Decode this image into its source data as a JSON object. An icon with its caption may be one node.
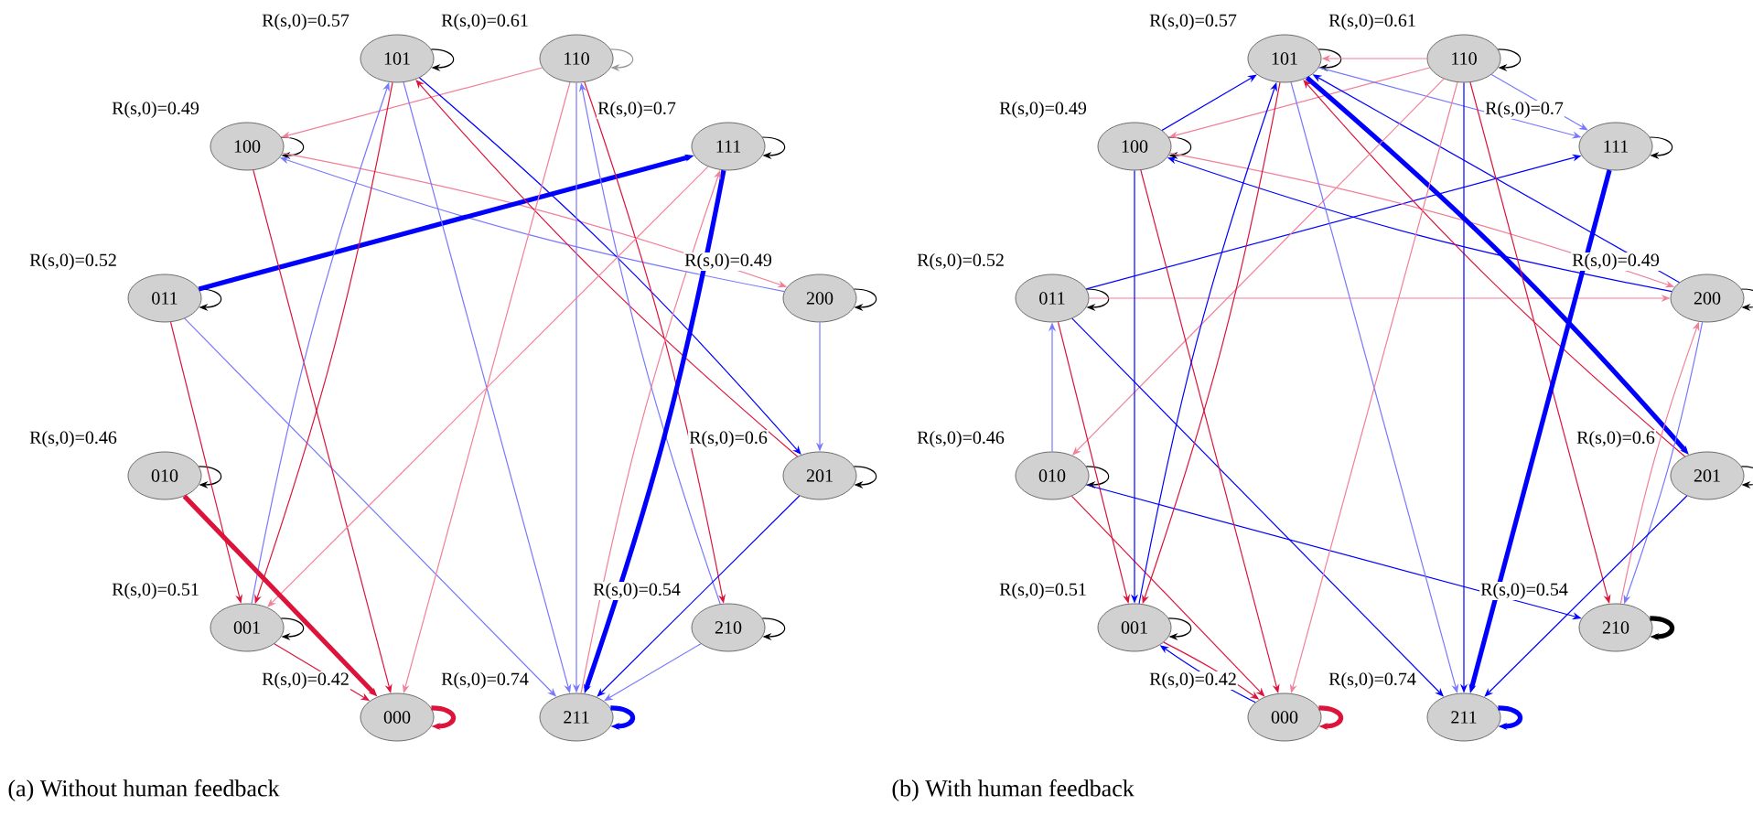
{
  "diagram": {
    "nodes": [
      {
        "text": [
          "101"
        ],
        "beside": [
          "R(s,0)=0.57"
        ]
      },
      {
        "text": [
          "110"
        ],
        "beside": [
          "R(s,0)=0.61"
        ]
      },
      {
        "text": [
          "100"
        ],
        "beside": [
          "R(s,0)=0.49"
        ]
      },
      {
        "text": [
          "111"
        ],
        "beside": [
          "R(s,0)=0.7"
        ]
      },
      {
        "text": [
          "011"
        ],
        "beside": [
          "R(s,0)=0.52"
        ]
      },
      {
        "text": [
          "200"
        ],
        "beside": [
          "R(s,0)=0.49"
        ]
      },
      {
        "text": [
          "010"
        ],
        "beside": [
          "R(s,0)=0.46"
        ]
      },
      {
        "text": [
          "201"
        ],
        "beside": [
          "R(s,0)=0.6"
        ]
      },
      {
        "text": [
          "001"
        ],
        "beside": [
          "R(s,0)=0.51"
        ]
      },
      {
        "text": [
          "210"
        ],
        "beside": [
          "R(s,0)=0.54"
        ]
      },
      {
        "text": [
          "000"
        ],
        "beside": [
          "R(s,0)=0.42"
        ]
      },
      {
        "text": [
          "211"
        ],
        "beside": [
          "R(s,0)=0.74"
        ]
      },
      {
        "text": [
          "101"
        ],
        "beside": [
          "R(s,0)=0.57"
        ]
      },
      {
        "text": [
          "110"
        ],
        "beside": [
          "R(s,0)=0.61"
        ]
      },
      {
        "text": [
          "100"
        ],
        "beside": [
          "R(s,0)=0.49"
        ]
      },
      {
        "text": [
          "111"
        ],
        "beside": [
          "R(s,0)=0.7"
        ]
      },
      {
        "text": [
          "011"
        ],
        "beside": [
          "R(s,0)=0.52"
        ]
      },
      {
        "text": [
          "200"
        ],
        "beside": [
          "R(s,0)=0.49"
        ]
      },
      {
        "text": [
          "010"
        ],
        "beside": [
          "R(s,0)=0.46"
        ]
      },
      {
        "text": [
          "201"
        ],
        "beside": [
          "R(s,0)=0.6"
        ]
      },
      {
        "text": [
          "001"
        ],
        "beside": [
          "R(s,0)=0.51"
        ]
      },
      {
        "text": [
          "210"
        ],
        "beside": [
          "R(s,0)=0.54"
        ]
      },
      {
        "text": [
          "000"
        ],
        "beside": [
          "R(s,0)=0.42"
        ]
      },
      {
        "text": [
          "211"
        ],
        "beside": [
          "R(s,0)=0.74"
        ]
      }
    ],
    "edges": [
      {
        "from": 0,
        "to": 0,
        "arrow": "to"
      },
      {
        "from": 1,
        "to": 1,
        "arrow": "to",
        "color": "#999999"
      },
      {
        "from": 2,
        "to": 2,
        "arrow": "to"
      },
      {
        "from": 3,
        "to": 3,
        "arrow": "to"
      },
      {
        "from": 4,
        "to": 4,
        "arrow": "to"
      },
      {
        "from": 5,
        "to": 5,
        "arrow": "to"
      },
      {
        "from": 6,
        "to": 6,
        "arrow": "to"
      },
      {
        "from": 7,
        "to": 7,
        "arrow": "to"
      },
      {
        "from": 8,
        "to": 8,
        "arrow": "to"
      },
      {
        "from": 9,
        "to": 9,
        "arrow": "to"
      },
      {
        "from": 10,
        "to": 10,
        "arrow": "to",
        "style": "thick",
        "color": "#dc143c"
      },
      {
        "from": 11,
        "to": 11,
        "arrow": "to",
        "style": "thick",
        "color": "#0000ff"
      },
      {
        "from": 1,
        "to": 2,
        "arrow": "to",
        "color": "#f08098"
      },
      {
        "from": 2,
        "to": 5,
        "arrow": "to",
        "color": "#f08098"
      },
      {
        "from": 5,
        "to": 2,
        "arrow": "to",
        "color": "#7878ff"
      },
      {
        "from": 4,
        "to": 3,
        "arrow": "to",
        "style": "thick",
        "color": "#0000ff"
      },
      {
        "from": 4,
        "to": 8,
        "arrow": "to",
        "color": "#dc143c"
      },
      {
        "from": 4,
        "to": 11,
        "arrow": "to",
        "color": "#7878ff"
      },
      {
        "from": 2,
        "to": 10,
        "arrow": "to",
        "color": "#dc143c"
      },
      {
        "from": 8,
        "to": 0,
        "arrow": "to",
        "color": "#7878ff"
      },
      {
        "from": 0,
        "to": 8,
        "arrow": "to",
        "color": "#dc143c"
      },
      {
        "from": 0,
        "to": 11,
        "arrow": "to",
        "color": "#7878ff"
      },
      {
        "from": 0,
        "to": 7,
        "arrow": "to",
        "color": "#0000ff"
      },
      {
        "from": 7,
        "to": 0,
        "arrow": "to",
        "color": "#dc143c"
      },
      {
        "from": 1,
        "to": 10,
        "arrow": "to",
        "color": "#f08098"
      },
      {
        "from": 1,
        "to": 11,
        "arrow": "to",
        "color": "#7878ff"
      },
      {
        "from": 9,
        "to": 1,
        "arrow": "to",
        "color": "#7878ff"
      },
      {
        "from": 1,
        "to": 9,
        "arrow": "to",
        "color": "#dc143c"
      },
      {
        "from": 3,
        "to": 11,
        "arrow": "to",
        "style": "thick",
        "color": "#0000ff"
      },
      {
        "from": 11,
        "to": 3,
        "arrow": "to",
        "color": "#f08098"
      },
      {
        "from": 3,
        "to": 8,
        "arrow": "to",
        "color": "#f08098"
      },
      {
        "from": 5,
        "to": 7,
        "arrow": "to",
        "color": "#7878ff"
      },
      {
        "from": 7,
        "to": 11,
        "arrow": "to",
        "color": "#0000ff"
      },
      {
        "from": 9,
        "to": 11,
        "arrow": "to",
        "color": "#7878ff"
      },
      {
        "from": 6,
        "to": 10,
        "arrow": "to",
        "style": "thick",
        "color": "#dc143c"
      },
      {
        "from": 8,
        "to": 10,
        "arrow": "to",
        "color": "#dc143c"
      },
      {
        "from": 12,
        "to": 12,
        "arrow": "to"
      },
      {
        "from": 13,
        "to": 13,
        "arrow": "to"
      },
      {
        "from": 14,
        "to": 14,
        "arrow": "to"
      },
      {
        "from": 15,
        "to": 15,
        "arrow": "to"
      },
      {
        "from": 16,
        "to": 16,
        "arrow": "to"
      },
      {
        "from": 17,
        "to": 17,
        "arrow": "to"
      },
      {
        "from": 18,
        "to": 18,
        "arrow": "to"
      },
      {
        "from": 19,
        "to": 19,
        "arrow": "to"
      },
      {
        "from": 20,
        "to": 20,
        "arrow": "to"
      },
      {
        "from": 21,
        "to": 21,
        "arrow": "to",
        "style": "thick"
      },
      {
        "from": 22,
        "to": 22,
        "arrow": "to",
        "style": "thick",
        "color": "#dc143c"
      },
      {
        "from": 23,
        "to": 23,
        "arrow": "to",
        "style": "thick",
        "color": "#0000ff"
      },
      {
        "from": 13,
        "to": 12,
        "arrow": "to",
        "color": "#f08098"
      },
      {
        "from": 14,
        "to": 12,
        "arrow": "to",
        "color": "#0000ff"
      },
      {
        "from": 13,
        "to": 14,
        "arrow": "to",
        "color": "#f08098"
      },
      {
        "from": 13,
        "to": 15,
        "arrow": "to",
        "color": "#7878ff"
      },
      {
        "from": 12,
        "to": 15,
        "arrow": "to",
        "color": "#7878ff"
      },
      {
        "from": 17,
        "to": 12,
        "arrow": "to",
        "color": "#0000ff"
      },
      {
        "from": 16,
        "to": 15,
        "arrow": "to",
        "color": "#0000ff"
      },
      {
        "from": 16,
        "to": 17,
        "arrow": "to",
        "color": "#f08098"
      },
      {
        "from": 14,
        "to": 17,
        "arrow": "to",
        "color": "#f08098"
      },
      {
        "from": 17,
        "to": 14,
        "arrow": "to",
        "color": "#0000ff"
      },
      {
        "from": 12,
        "to": 19,
        "arrow": "to",
        "style": "thick",
        "color": "#0000ff"
      },
      {
        "from": 19,
        "to": 12,
        "arrow": "to",
        "color": "#dc143c"
      },
      {
        "from": 13,
        "to": 18,
        "arrow": "to",
        "color": "#f08098"
      },
      {
        "from": 13,
        "to": 23,
        "arrow": "to",
        "color": "#0000ff"
      },
      {
        "from": 13,
        "to": 21,
        "arrow": "to",
        "color": "#dc143c"
      },
      {
        "from": 15,
        "to": 23,
        "arrow": "to",
        "style": "thick",
        "color": "#0000ff"
      },
      {
        "from": 16,
        "to": 20,
        "arrow": "to",
        "color": "#dc143c"
      },
      {
        "from": 16,
        "to": 23,
        "arrow": "to",
        "color": "#0000ff"
      },
      {
        "from": 18,
        "to": 16,
        "arrow": "to",
        "color": "#7878ff"
      },
      {
        "from": 18,
        "to": 22,
        "arrow": "to",
        "color": "#dc143c"
      },
      {
        "from": 18,
        "to": 21,
        "arrow": "to",
        "color": "#0000ff"
      },
      {
        "from": 14,
        "to": 20,
        "arrow": "to",
        "color": "#0000ff"
      },
      {
        "from": 14,
        "to": 22,
        "arrow": "to",
        "color": "#dc143c"
      },
      {
        "from": 20,
        "to": 12,
        "arrow": "to",
        "color": "#0000ff"
      },
      {
        "from": 12,
        "to": 20,
        "arrow": "to",
        "color": "#dc143c"
      },
      {
        "from": 12,
        "to": 23,
        "arrow": "to",
        "color": "#7878ff"
      },
      {
        "from": 13,
        "to": 22,
        "arrow": "to",
        "color": "#f08098"
      },
      {
        "from": 20,
        "to": 22,
        "arrow": "to",
        "color": "#dc143c"
      },
      {
        "from": 22,
        "to": 20,
        "arrow": "to",
        "color": "#0000ff"
      },
      {
        "from": 17,
        "to": 21,
        "arrow": "to",
        "color": "#7878ff"
      },
      {
        "from": 21,
        "to": 17,
        "arrow": "to",
        "color": "#f08098"
      },
      {
        "from": 19,
        "to": 23,
        "arrow": "to",
        "color": "#0000ff"
      }
    ],
    "labels": [
      "(a) Without human feedback",
      "(b) With human feedback"
    ]
  }
}
